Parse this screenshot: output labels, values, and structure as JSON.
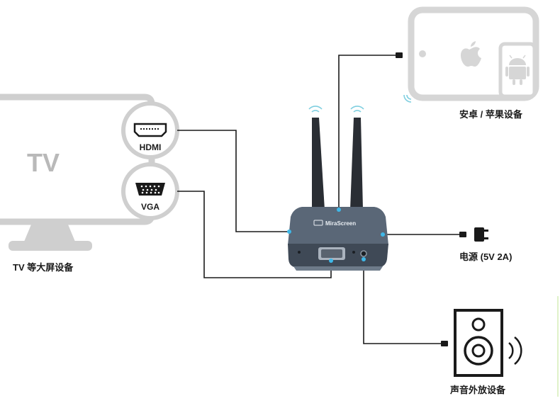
{
  "tv": {
    "label": "TV"
  },
  "ports": {
    "hdmi": "HDMI",
    "vga": "VGA"
  },
  "device": {
    "brand": "MiraScreen"
  },
  "labels": {
    "tv_devices": "TV 等大屏设备",
    "mobile_devices": "安卓 / 苹果设备",
    "power": "电源 (5V 2A)",
    "speaker": "声音外放设备"
  },
  "colors": {
    "line": "#1a1a1a",
    "device_body": "#4b5766",
    "tv_gray": "#cfcfcf",
    "tablet_gray": "#d6d6d6",
    "connector_dot": "#3fb8e8",
    "wifi": "#7fcfe0"
  }
}
